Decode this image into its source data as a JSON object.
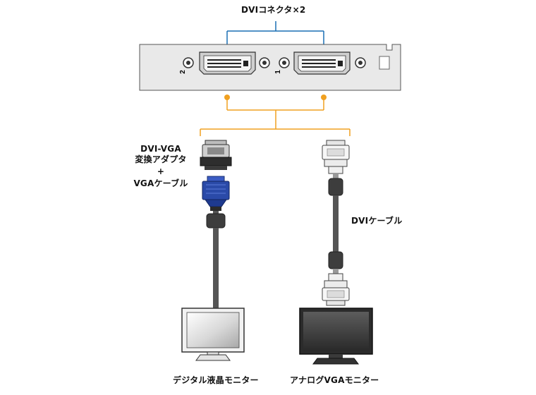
{
  "labels": {
    "dvi_connector": "DVIコネクタ×2",
    "adapter_line1": "DVI-VGA",
    "adapter_line2": "変換アダプタ",
    "adapter_plus": "+",
    "adapter_line3": "VGAケーブル",
    "dvi_cable": "DVIケーブル",
    "digital_monitor": "デジタル液晶モニター",
    "analog_monitor": "アナログVGAモニター",
    "port_2": "2",
    "port_1": "1"
  },
  "colors": {
    "blue_line": "#1a6fb4",
    "orange_line": "#f0a020",
    "vga_blue": "#2a4aa8",
    "cable_gray": "#555555",
    "bracket_fill": "#e9e9e9"
  }
}
